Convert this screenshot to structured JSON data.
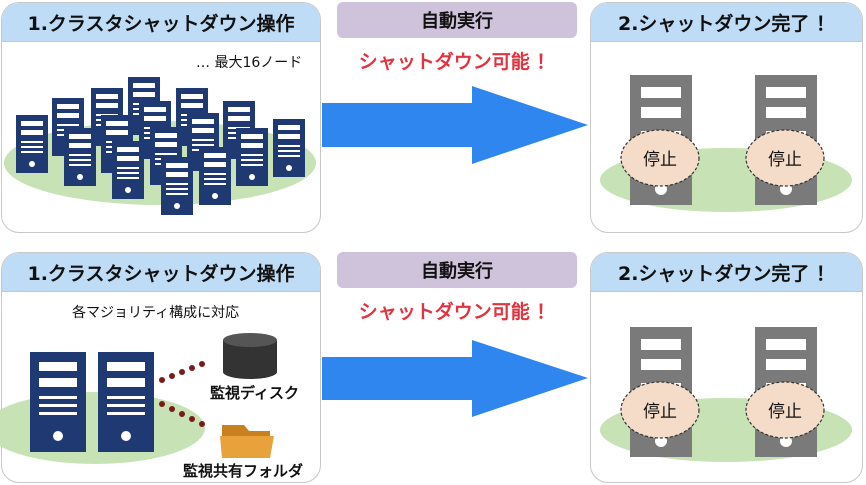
{
  "rows": [
    {
      "left_title": "1.クラスタシャットダウン操作",
      "middle_label": "自動実行",
      "middle_note": "シャットダウン可能 ！",
      "right_title": "2.シャットダウン完了 ！",
      "left_note": "… 最大16ノード",
      "stopped_label": "停止"
    },
    {
      "left_title": "1.クラスタシャットダウン操作",
      "middle_label": "自動実行",
      "middle_note": "シャットダウン可能 ！",
      "right_title": "2.シャットダウン完了 ！",
      "left_note": "各マジョリティ構成に対応",
      "disk_label": "監視ディスク",
      "folder_label": "監視共有フォルダ",
      "stopped_label": "停止"
    }
  ],
  "colors": {
    "header_blue": "#bfdcf6",
    "middle_purple": "#cfc3dc",
    "arrow_blue": "#2f86ee",
    "server_navy": "#1f3a72",
    "server_gray": "#7a7a7a",
    "ground_green": "#c7e3b6",
    "stop_fill": "#f4dcc8",
    "note_red": "#e2333f",
    "folder_orange": "#e8a23c"
  }
}
